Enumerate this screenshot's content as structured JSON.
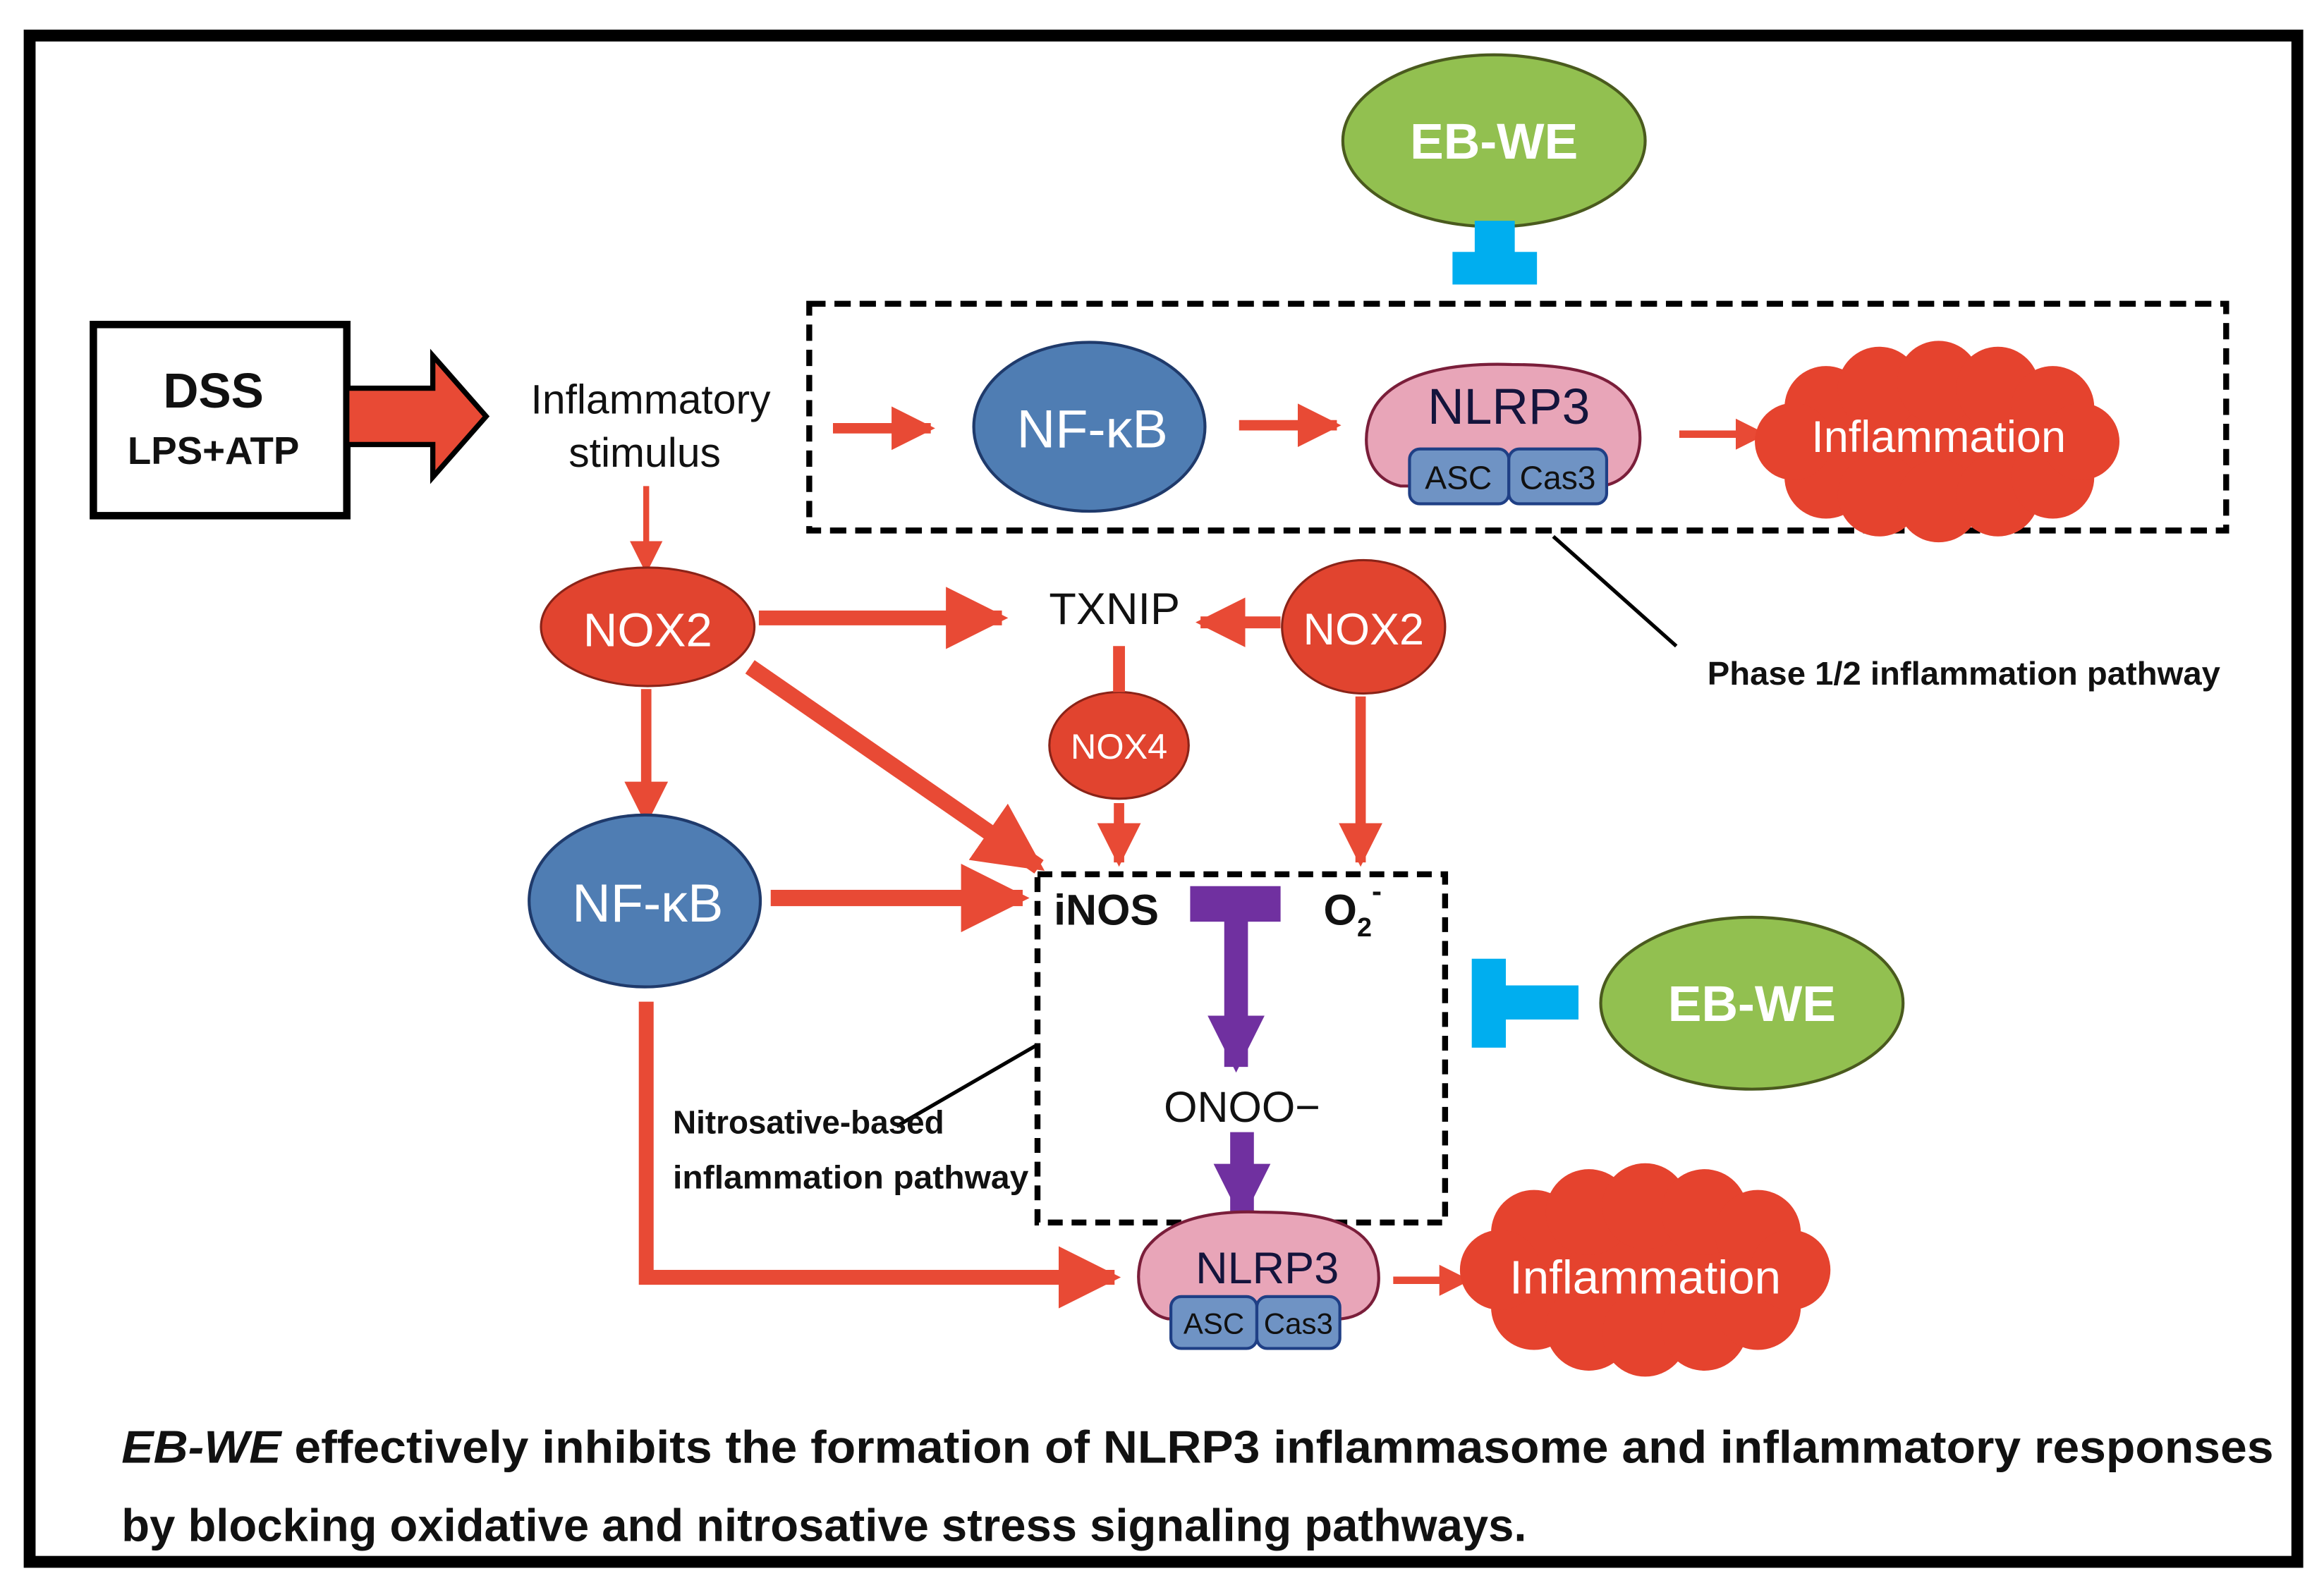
{
  "colors": {
    "activation_arrow": "#e84a35",
    "inhibitor_bar": "#00aeef",
    "peroxynitrite_arrow": "#7030a0",
    "nfkb_fill": "#4f7db3",
    "nfkb_stroke": "#1f3a6b",
    "nox_fill": "#e1442f",
    "nlrp3_fill": "#e8a5b8",
    "nlrp3_stroke": "#7a1e3a",
    "adaptor_fill": "#6f93c4",
    "adaptor_stroke": "#1f3f85",
    "inflammation_fill": "#e5432e",
    "ebwe_fill": "#92c050",
    "ebwe_stroke": "#4a5a1e",
    "frame": "#000000"
  },
  "stimulus": {
    "box_line1": "DSS",
    "box_line2": "LPS+ATP",
    "label_line1": "Inflammatory",
    "label_line2": "stimulus"
  },
  "phase_pathway": {
    "inhibitor": "EB-WE",
    "nfkb": "NF-κB",
    "nlrp3": "NLRP3",
    "asc": "ASC",
    "cas3": "Cas3",
    "outcome": "Inflammation",
    "label": "Phase 1/2 inflammation pathway"
  },
  "oxidative_nodes": {
    "nox2_left": "NOX2",
    "txnip": "TXNIP",
    "nox2_right": "NOX2",
    "nox4": "NOX4",
    "nfkb": "NF-κB"
  },
  "nitrosative_pathway": {
    "inos": "iNOS",
    "superoxide_base": "O",
    "superoxide_sub": "2",
    "superoxide_sup": "-",
    "peroxynitrite": "ONOO−",
    "label_line1": "Nitrosative-based",
    "label_line2": "inflammation pathway",
    "inhibitor": "EB-WE",
    "nlrp3": "NLRP3",
    "asc": "ASC",
    "cas3": "Cas3",
    "outcome": "Inflammation"
  },
  "caption": {
    "italic_lead": "EB-WE",
    "line1_rest": " effectively inhibits the formation of NLRP3 inflammasome and inflammatory responses",
    "line2": "by blocking oxidative and nitrosative stress signaling pathways."
  }
}
